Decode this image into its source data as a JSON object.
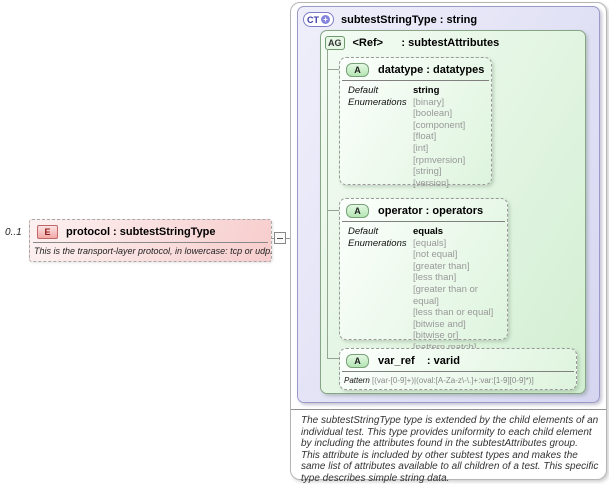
{
  "element": {
    "cardinality": "0..1",
    "badge": "E",
    "title": "protocol : subtestStringType",
    "annotation": "This is the transport-layer protocol, in lowercase: tcp or udp."
  },
  "complex_type": {
    "badge": "CT",
    "plus": "+",
    "title": "subtestStringType : string",
    "annotation": "The subtestStringType type is extended by the child elements of an individual test.  This type provides uniformity to each child element by including the attributes found in the subtestAttributes group.  This attribute is included by other subtest types and makes the same list of attributes available to all children of a test.  This specific type describes simple string data.",
    "attribute_group": {
      "badge": "AG",
      "title": "<Ref>      : subtestAttributes",
      "attributes": [
        {
          "badge": "A",
          "title": "datatype : datatypes",
          "default_label": "Default",
          "default_value": "string",
          "enumerations_label": "Enumerations",
          "enumerations": [
            "[binary]",
            "[boolean]",
            "[component]",
            "[float]",
            "[int]",
            "[rpmversion]",
            "[string]",
            "[version]"
          ]
        },
        {
          "badge": "A",
          "title": "operator : operators",
          "default_label": "Default",
          "default_value": "equals",
          "enumerations_label": "Enumerations",
          "enumerations": [
            "[equals]",
            "[not equal]",
            "[greater than]",
            "[less than]",
            "[greater than or equal]",
            "[less than or equal]",
            "[bitwise and]",
            "[bitwise or]",
            "[pattern match]"
          ]
        },
        {
          "badge": "A",
          "title": "var_ref    : varid",
          "pattern_label": "Pattern",
          "pattern_value": "[(var-[0-9]+)|(oval:[A-Za-z\\-\\.]+:var:[1-9][0-9]*)]"
        }
      ]
    }
  },
  "colors": {
    "element_fill": "#f7cdcd",
    "element_badge_border": "#c06868",
    "complextype_fill": "#d6d6f1",
    "complextype_border": "#9a9ac9",
    "group_fill": "#d2eed2",
    "attribute_fill": "#def4de",
    "enumeration_text": "#999999"
  }
}
